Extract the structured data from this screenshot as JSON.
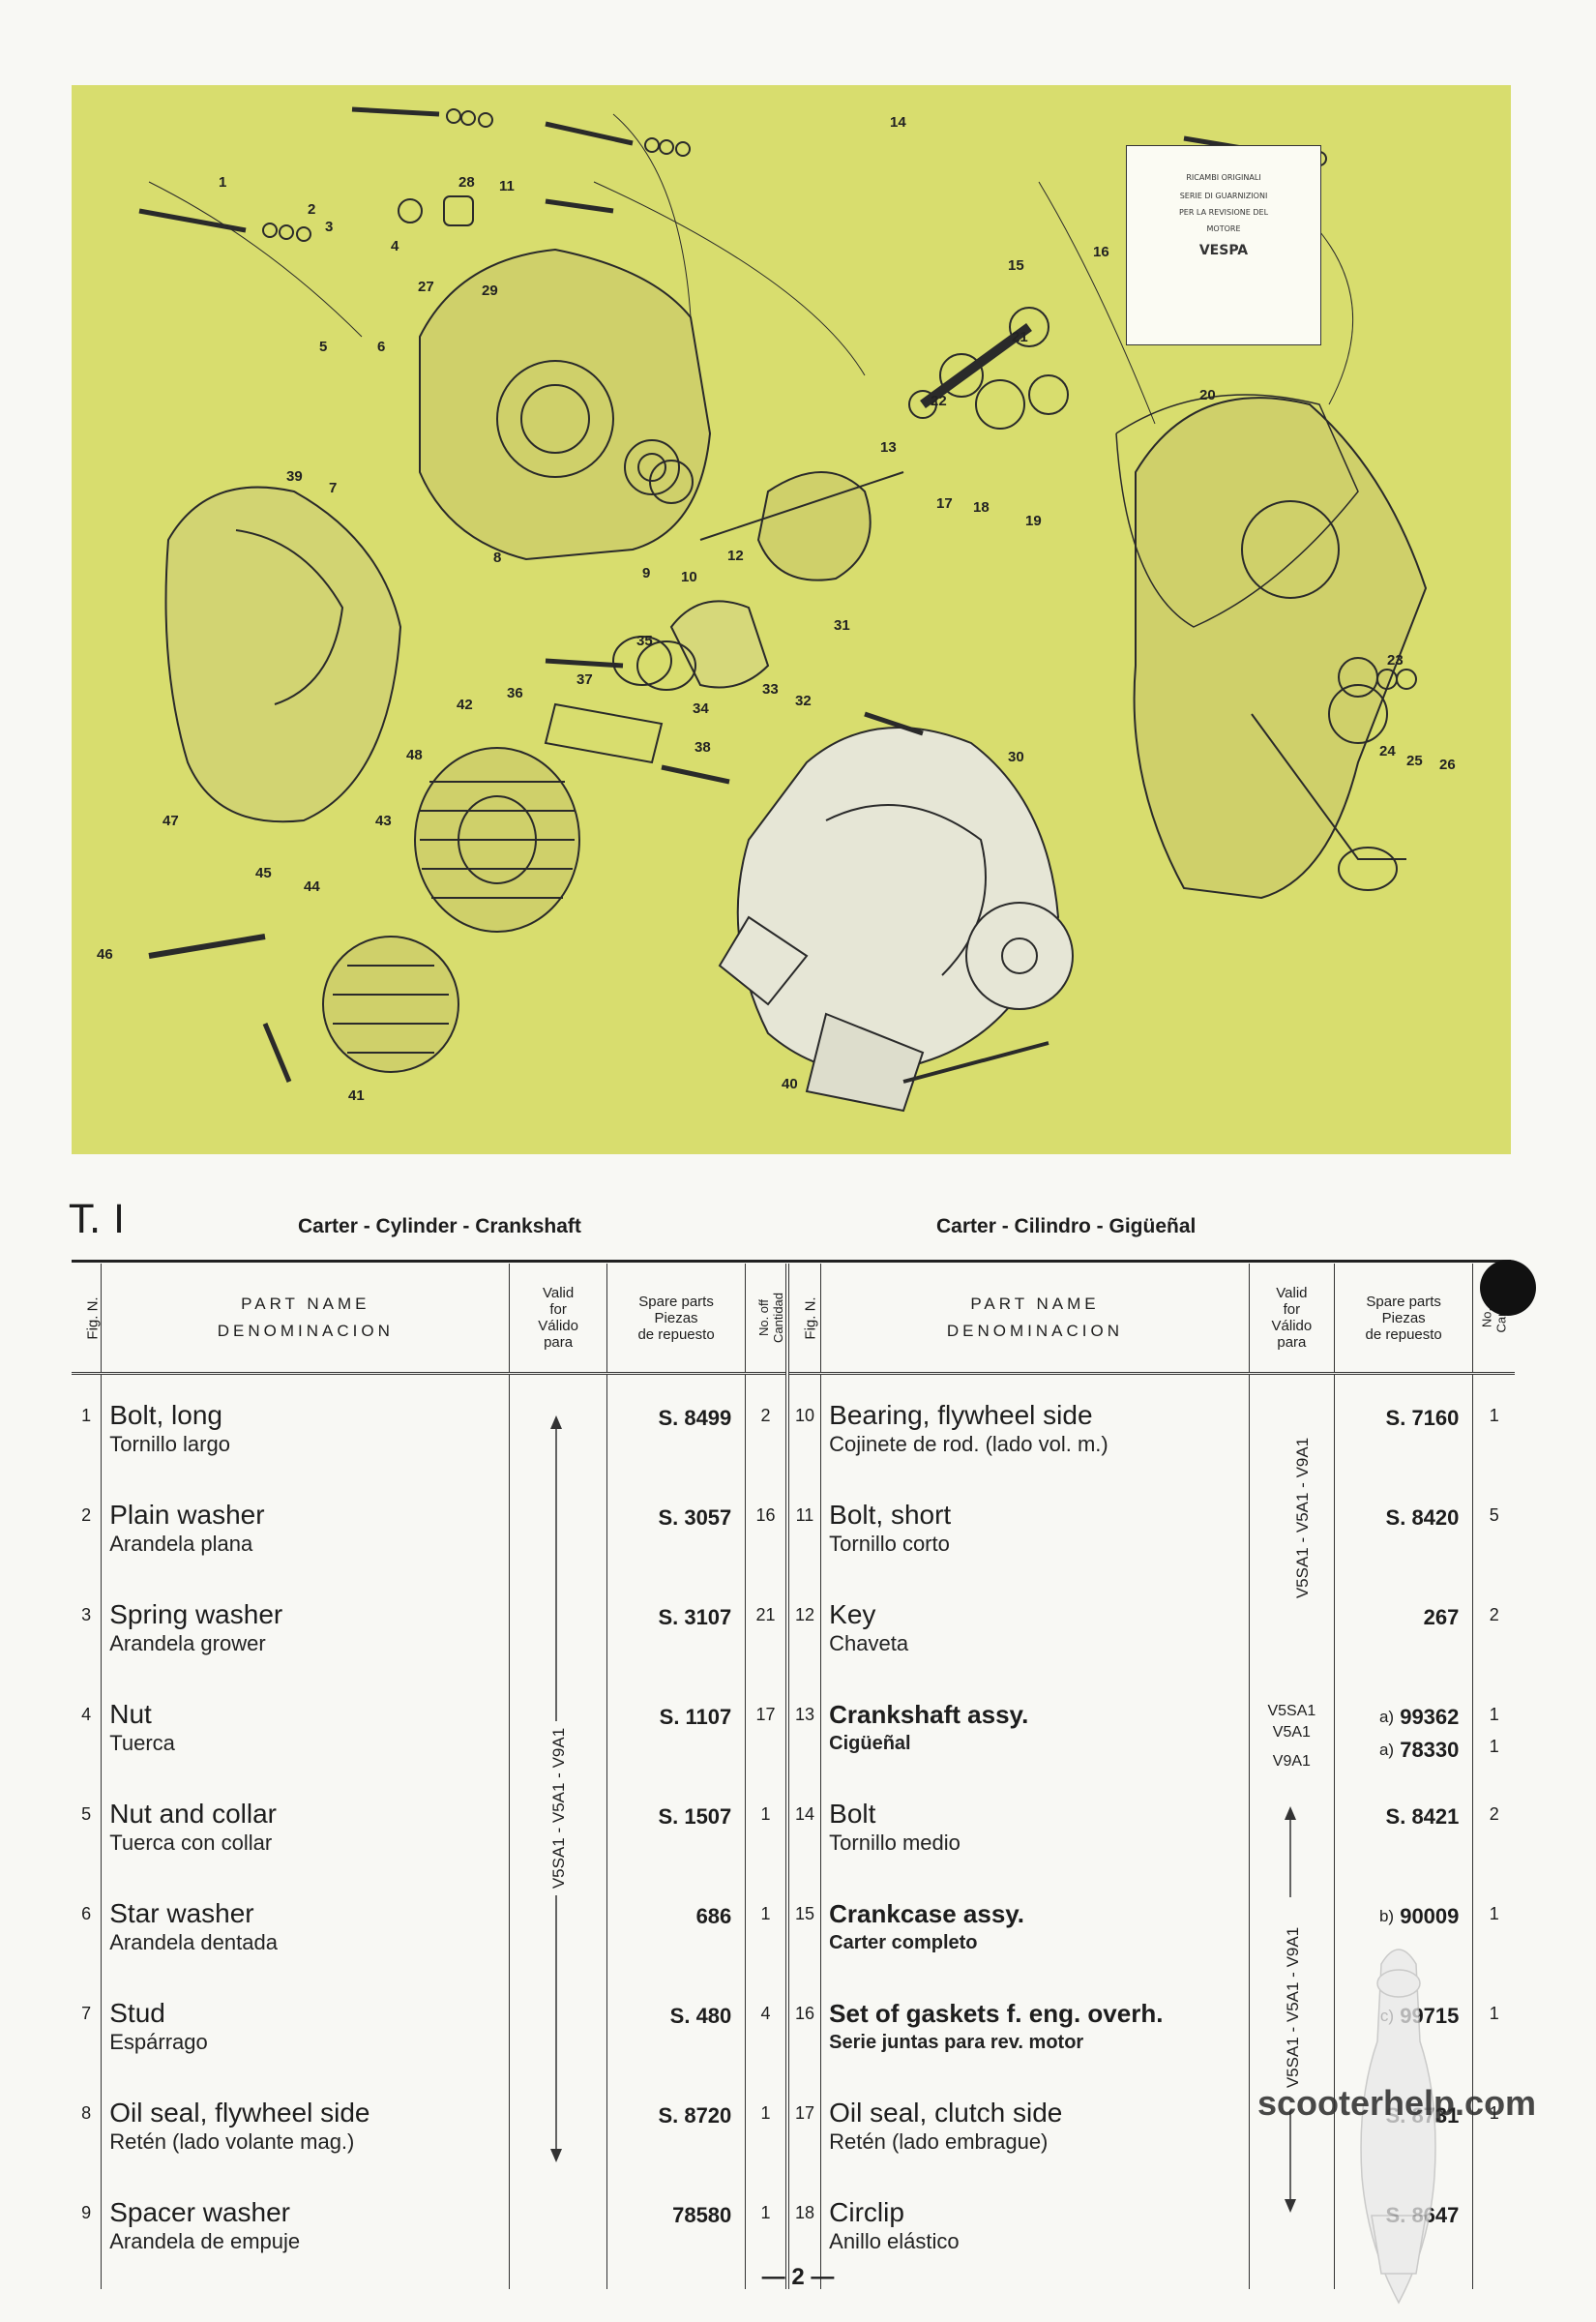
{
  "section": {
    "number": "T. I",
    "title_en": "Carter - Cylinder - Crankshaft",
    "title_es": "Carter - Cilindro - Gigüeñal"
  },
  "diagram": {
    "kit_card": {
      "lines": [
        "RICAMBI ORIGINALI",
        "SERIE DI GUARNIZIONI",
        "PER LA REVISIONE DEL",
        "MOTORE"
      ],
      "brand": "VESPA"
    },
    "callouts": [
      "1",
      "2",
      "3",
      "4",
      "5",
      "6",
      "7",
      "8",
      "9",
      "10",
      "11",
      "12",
      "13",
      "14",
      "15",
      "16",
      "17",
      "18",
      "19",
      "20",
      "21",
      "22",
      "23",
      "24",
      "25",
      "26",
      "27",
      "28",
      "29",
      "30",
      "31",
      "32",
      "33",
      "34",
      "35",
      "36",
      "37",
      "38",
      "39",
      "40",
      "41",
      "42",
      "43",
      "44",
      "45",
      "46",
      "47",
      "48"
    ]
  },
  "table_header": {
    "fig": "Fig. N.",
    "part_name": "PART NAME",
    "denominacion": "DENOMINACION",
    "valid": [
      "Valid",
      "for",
      "Válido",
      "para"
    ],
    "spare": [
      "Spare parts",
      "Piezas",
      "de repuesto"
    ],
    "qty": [
      "No. off",
      "Cantidad"
    ],
    "qty_right": [
      "No.",
      "Cant."
    ]
  },
  "valid_label": "V5SA1 - V5A1 - V9A1",
  "left_rows": [
    {
      "fig": "1",
      "en": "Bolt, long",
      "es": "Tornillo largo",
      "part": "S. 8499",
      "qty": "2"
    },
    {
      "fig": "2",
      "en": "Plain washer",
      "es": "Arandela plana",
      "part": "S. 3057",
      "qty": "16"
    },
    {
      "fig": "3",
      "en": "Spring washer",
      "es": "Arandela grower",
      "part": "S. 3107",
      "qty": "21"
    },
    {
      "fig": "4",
      "en": "Nut",
      "es": "Tuerca",
      "part": "S. 1107",
      "qty": "17"
    },
    {
      "fig": "5",
      "en": "Nut and collar",
      "es": "Tuerca con collar",
      "part": "S. 1507",
      "qty": "1"
    },
    {
      "fig": "6",
      "en": "Star washer",
      "es": "Arandela dentada",
      "part": "686",
      "qty": "1"
    },
    {
      "fig": "7",
      "en": "Stud",
      "es": "Espárrago",
      "part": "S. 480",
      "qty": "4"
    },
    {
      "fig": "8",
      "en": "Oil seal, flywheel side",
      "es": "Retén (lado volante mag.)",
      "part": "S. 8720",
      "qty": "1"
    },
    {
      "fig": "9",
      "en": "Spacer washer",
      "es": "Arandela de empuje",
      "part": "78580",
      "qty": "1"
    }
  ],
  "right_rows": [
    {
      "fig": "10",
      "en": "Bearing, flywheel side",
      "es": "Cojinete de rod. (lado vol. m.)",
      "part": "S. 7160",
      "qty": "1"
    },
    {
      "fig": "11",
      "en": "Bolt, short",
      "es": "Tornillo corto",
      "part": "S. 8420",
      "qty": "5"
    },
    {
      "fig": "12",
      "en": "Key",
      "es": "Chaveta",
      "part": "267",
      "qty": "2"
    },
    {
      "fig": "13",
      "en": "Crankshaft assy.",
      "es": "Cigüeñal",
      "bold": true,
      "valid_a": "V5SA1",
      "valid_b": "V5A1",
      "valid_c": "V9A1",
      "mark_a": "a)",
      "part_a": "99362",
      "qty_a": "1",
      "mark_b": "a)",
      "part_b": "78330",
      "qty_b": "1"
    },
    {
      "fig": "14",
      "en": "Bolt",
      "es": "Tornillo medio",
      "part": "S. 8421",
      "qty": "2"
    },
    {
      "fig": "15",
      "en": "Crankcase assy.",
      "es": "Carter completo",
      "bold": true,
      "mark": "b)",
      "part": "90009",
      "qty": "1"
    },
    {
      "fig": "16",
      "en": "Set of gaskets f. eng. overh.",
      "es": "Serie juntas para rev. motor",
      "bold": true,
      "mark": "c)",
      "part": "99715",
      "qty": "1"
    },
    {
      "fig": "17",
      "en": "Oil seal, clutch side",
      "es": "Retén (lado embrague)",
      "part": "S. 8731",
      "qty": "1"
    },
    {
      "fig": "18",
      "en": "Circlip",
      "es": "Anillo elástico",
      "part": "S. 8647",
      "qty": ""
    }
  ],
  "page_number": "— 2 —",
  "watermark": "scooterhelp.com"
}
